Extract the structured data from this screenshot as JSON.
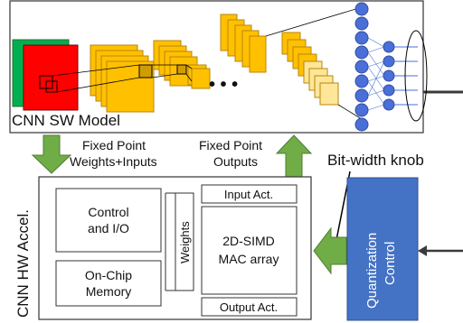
{
  "sw_model": {
    "label": "CNN SW Model"
  },
  "fixed_weights": {
    "line1": "Fixed Point",
    "line2": "Weights+Inputs"
  },
  "fixed_outputs": {
    "line1": "Fixed Point",
    "line2": "Outputs"
  },
  "bitwidth": {
    "label": "Bit-width knob"
  },
  "hw_accel": {
    "label": "CNN HW Accel."
  },
  "control_io": {
    "line1": "Control",
    "line2": "and I/O"
  },
  "onchip_memory": {
    "line1": "On-Chip",
    "line2": "Memory"
  },
  "weights": {
    "label": "Weights"
  },
  "input_act": {
    "label": "Input Act."
  },
  "mac_array": {
    "line1": "2D-SIMD",
    "line2": "MAC array"
  },
  "output_act": {
    "label": "Output Act."
  },
  "quantization": {
    "line1": "Quantization",
    "line2": "Control"
  },
  "dots": {
    "label": "• • •"
  },
  "colors": {
    "arrow_green": "#70ad47",
    "quant_blue": "#4472c4",
    "neuron_blue": "#4a6fd8",
    "fmap_red": "#ff0000",
    "fmap_green": "#00b050",
    "fmap_orange": "#ffc000",
    "fmap_light": "#ffe699"
  }
}
